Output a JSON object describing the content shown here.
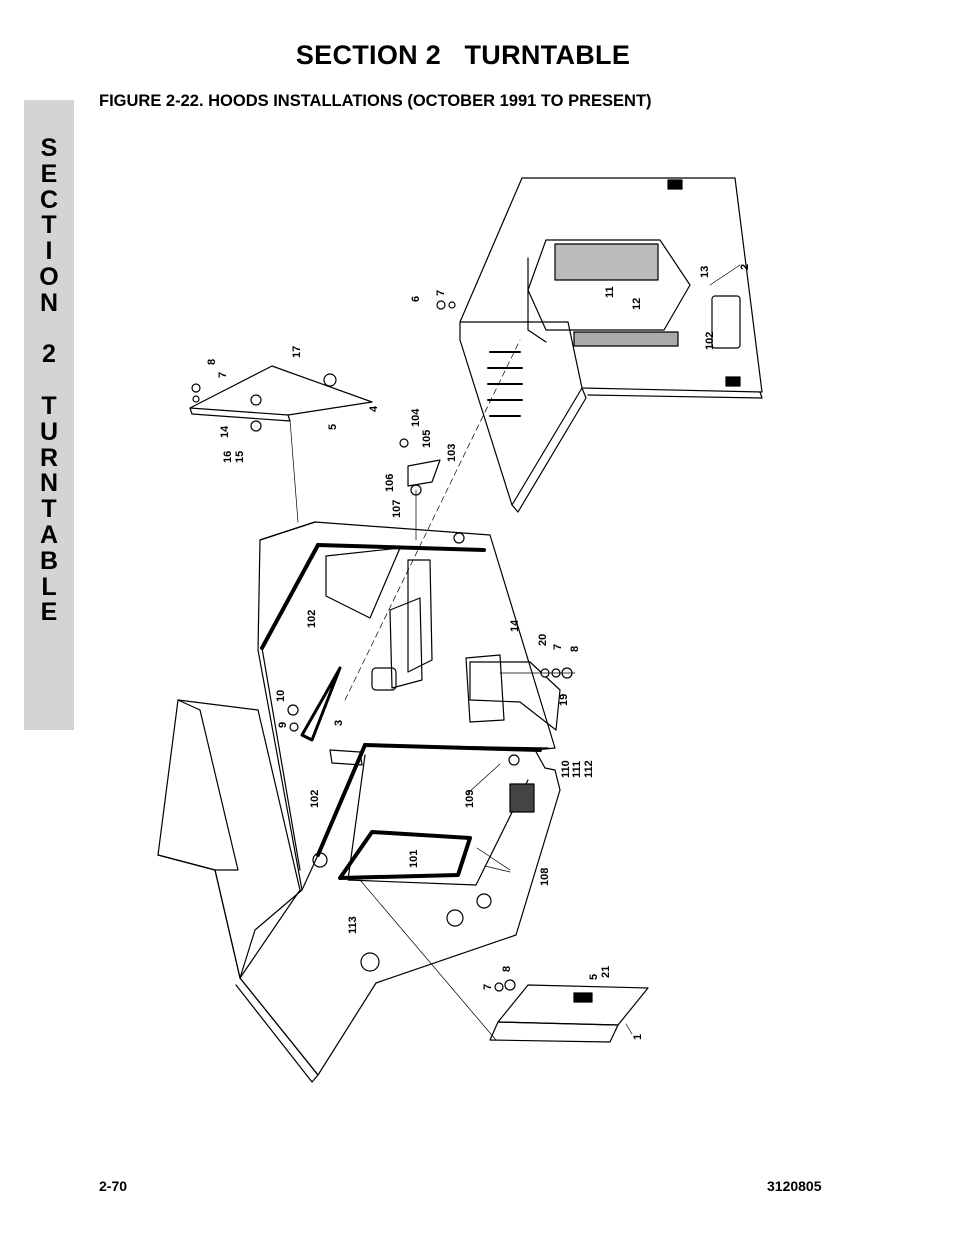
{
  "section_title": "SECTION 2   TURNTABLE",
  "figure_title": "FIGURE 2-22.  HOODS INSTALLATIONS (OCTOBER 1991 TO PRESENT)",
  "side_tab_letters": [
    "S",
    "E",
    "C",
    "T",
    "I",
    "O",
    "N",
    "",
    "2",
    "",
    "T",
    "U",
    "R",
    "N",
    "T",
    "A",
    "B",
    "L",
    "E"
  ],
  "callouts": [
    "1",
    "2",
    "3",
    "4",
    "5",
    "5",
    "6",
    "7",
    "7",
    "7",
    "7",
    "8",
    "8",
    "8",
    "9",
    "10",
    "11",
    "12",
    "13",
    "14",
    "14",
    "15",
    "16",
    "17",
    "19",
    "20",
    "21",
    "101",
    "102",
    "102",
    "102",
    "103",
    "104",
    "105",
    "106",
    "107",
    "108",
    "109",
    "110",
    "111",
    "112",
    "113"
  ],
  "footer": {
    "page_number": "2-70",
    "doc_number": "3120805"
  }
}
